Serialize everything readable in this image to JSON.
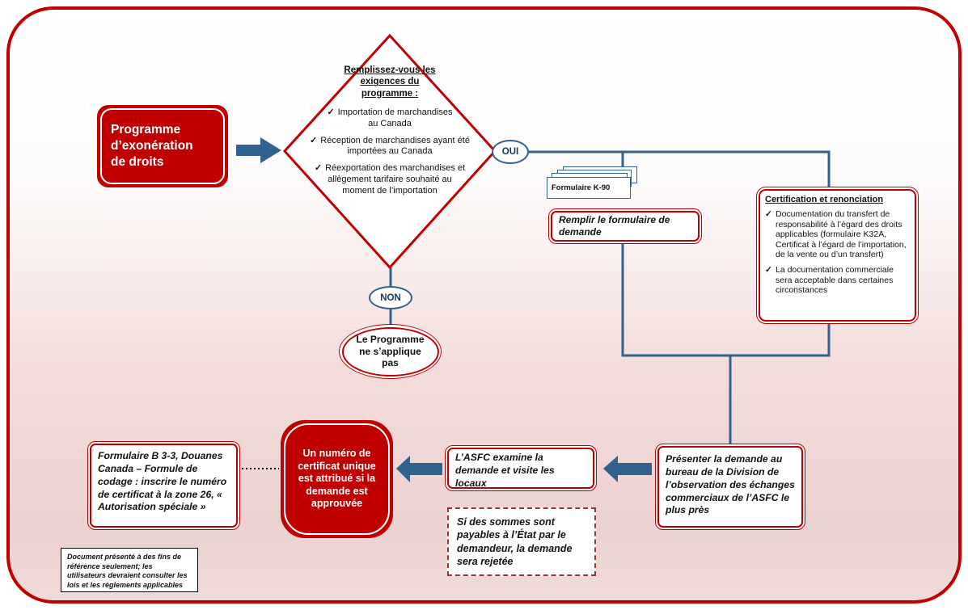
{
  "colors": {
    "red": "#C00000",
    "blue": "#31618E"
  },
  "icons": {
    "check": "✓"
  },
  "nodes": {
    "start": {
      "label": "Programme d’exonération de droits"
    },
    "decision": {
      "title": "Remplissez-vous les exigences du programme :",
      "items": [
        "Importation de marchandises au Canada",
        "Réception de marchandises ayant été importées au Canada",
        "Réexportation des marchandises et allègement tarifaire souhaité au moment de l’importation"
      ]
    },
    "yes_label": "OUI",
    "no_label": "NON",
    "not_applicable": "Le Programme ne s’applique pas",
    "k90_label": "Formulaire K-90",
    "fill_form": "Remplir le formulaire de demande",
    "certification": {
      "title": "Certification et renonciation",
      "items": [
        "Documentation du transfert de responsabilité à l’égard des droits applicables (formulaire K32A, Certificat à l’égard de l’importation, de la vente ou d’un transfert)",
        "La documentation commerciale sera acceptable dans certaines circonstances"
      ]
    },
    "present_request": "Présenter la demande au bureau de la Division de l’observation des échanges commerciaux de l’ASFC le plus près",
    "examine": "L’ASFC examine la demande et visite les locaux",
    "rejection_note": "Si des sommes sont payables à l’État par le demandeur, la demande sera rejetée",
    "certificate_issued": "Un numéro de certificat unique est attribué si la demande est approuvée",
    "b33_form": "Formulaire B 3-3, Douanes Canada – Formule de codage : inscrire le numéro de certificat à la zone 26, « Autorisation spéciale »",
    "disclaimer": "Document présenté à des fins de référence seulement; les utilisateurs devraient consulter les lois et les règlements applicables"
  }
}
